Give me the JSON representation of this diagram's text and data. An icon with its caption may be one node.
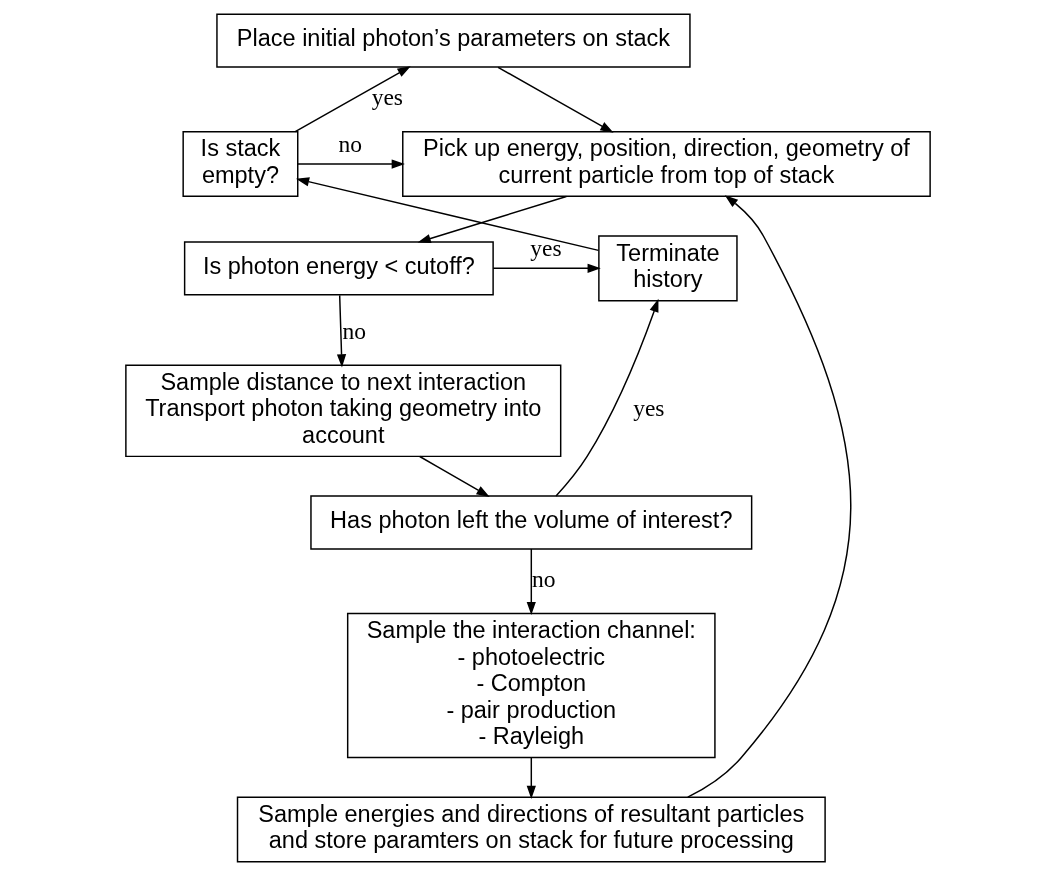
{
  "diagram": {
    "nodes": [
      {
        "text": [
          "Place initial photon’s parameters on stack"
        ]
      },
      {
        "text": [
          "Pick up energy, position, direction, geometry of current particle from top of stack"
        ]
      },
      {
        "text": [
          "Is photon energy < cutoff?"
        ]
      },
      {
        "text": [
          "Sample distance to next interaction Transport photon taking geometry into account"
        ]
      },
      {
        "text": [
          "Has photon left the volume of interest?"
        ]
      },
      {
        "text": [
          "Sample the interaction channel:",
          "- photoelectric",
          "- Compton",
          "- pair production",
          "- Rayleigh"
        ]
      },
      {
        "text": [
          "Sample energies and directions of resultant particles and store paramters on stack for future processing"
        ]
      },
      {
        "text": [
          "Terminate history"
        ]
      },
      {
        "text": [
          "Is stack empty?"
        ]
      }
    ],
    "edges": [
      {
        "from": 0,
        "to": 1,
        "arrow": "to"
      },
      {
        "from": 1,
        "to": 2,
        "arrow": "to"
      },
      {
        "from": 2,
        "to": 7,
        "arrow": "to",
        "label": "yes"
      },
      {
        "from": 2,
        "to": 3,
        "arrow": "to",
        "label": "no"
      },
      {
        "from": 3,
        "to": 4,
        "arrow": "to"
      },
      {
        "from": 4,
        "to": 7,
        "arrow": "to",
        "label": "yes"
      },
      {
        "from": 4,
        "to": 5,
        "arrow": "to",
        "label": "no"
      },
      {
        "from": 5,
        "to": 6,
        "arrow": "to"
      },
      {
        "from": 6,
        "to": 1,
        "arrow": "to"
      },
      {
        "from": 7,
        "to": 8,
        "arrow": "to"
      },
      {
        "from": 8,
        "to": 0,
        "arrow": "to",
        "label": "yes"
      },
      {
        "from": 8,
        "to": 1,
        "arrow": "to",
        "label": "no"
      }
    ]
  }
}
